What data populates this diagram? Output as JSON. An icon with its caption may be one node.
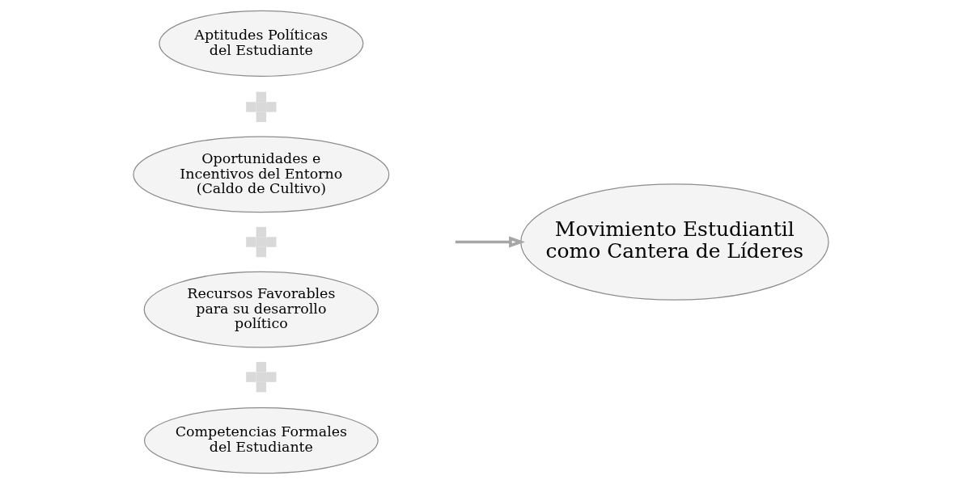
{
  "diagram": {
    "nodes": [
      {
        "text": [
          "Aptitudes Políticas del Estudiante"
        ]
      },
      {
        "text": [],
        "shape": "plus"
      },
      {
        "text": [
          "Oportunidades e Incentivos del Entorno (Caldo de Cultivo)"
        ]
      },
      {
        "text": [],
        "shape": "plus"
      },
      {
        "text": [
          "Recursos Favorables para su desarrollo político"
        ]
      },
      {
        "text": [],
        "shape": "plus"
      },
      {
        "text": [
          "Competencias Formales del Estudiante"
        ]
      },
      {
        "text": [
          "Movimiento Estudiantil como Cantera de Líderes"
        ]
      }
    ],
    "edges": [
      {
        "from": null,
        "to": 7,
        "arrow": "to"
      }
    ]
  }
}
